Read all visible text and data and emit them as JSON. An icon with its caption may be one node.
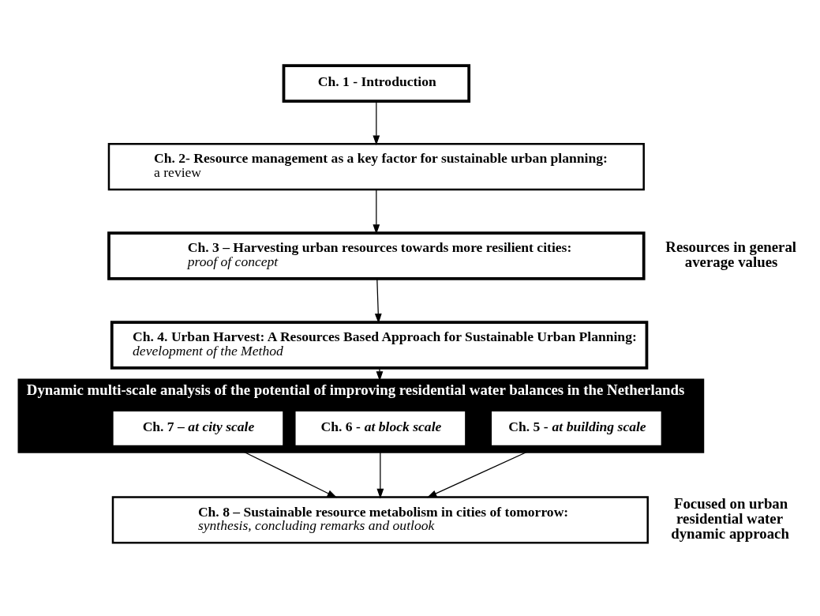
{
  "diagram": {
    "nodes": [
      {
        "text": [
          "Ch. 1 - Introduction"
        ]
      },
      {
        "text": [
          "**Ch. 2- Resource management as a key factor for sustainable urban planning:** a review"
        ]
      },
      {
        "text": [
          "**Ch. 3 – Harvesting urban resources towards more resilient cities:** *proof of concept*"
        ]
      },
      {
        "text": [
          "**Ch. 4. Urban Harvest: A Resources Based Approach for Sustainable Urban Planning:** *development of the Method*"
        ]
      },
      {
        "text": [
          "Dynamic multi-scale analysis of the potential of improving residential water balances in the Netherlands"
        ]
      },
      {
        "text": [
          "Ch. 5 - *at building scale*"
        ],
        "in": 4
      },
      {
        "text": [
          "Ch. 6 - *at block scale*"
        ],
        "in": 4
      },
      {
        "text": [
          "Ch. 7 – *at city scale*"
        ],
        "in": 4
      },
      {
        "text": [
          "**Ch. 8 – Sustainable resource metabolism in cities of tomorrow:** *synthesis, concluding remarks and outlook*"
        ]
      }
    ],
    "edges": [
      {
        "from": 0,
        "to": 1,
        "arrow": "to"
      },
      {
        "from": 1,
        "to": 2,
        "arrow": "to"
      },
      {
        "from": 2,
        "to": 3,
        "arrow": "to"
      },
      {
        "from": 3,
        "to": 4,
        "arrow": "to"
      },
      {
        "from": 5,
        "to": 8,
        "arrow": "to"
      },
      {
        "from": 6,
        "to": 8,
        "arrow": "to"
      },
      {
        "from": 7,
        "to": 8,
        "arrow": "to"
      }
    ],
    "labels": [
      "Resources in general average values",
      "Focused on urban residential water dynamic approach"
    ]
  }
}
